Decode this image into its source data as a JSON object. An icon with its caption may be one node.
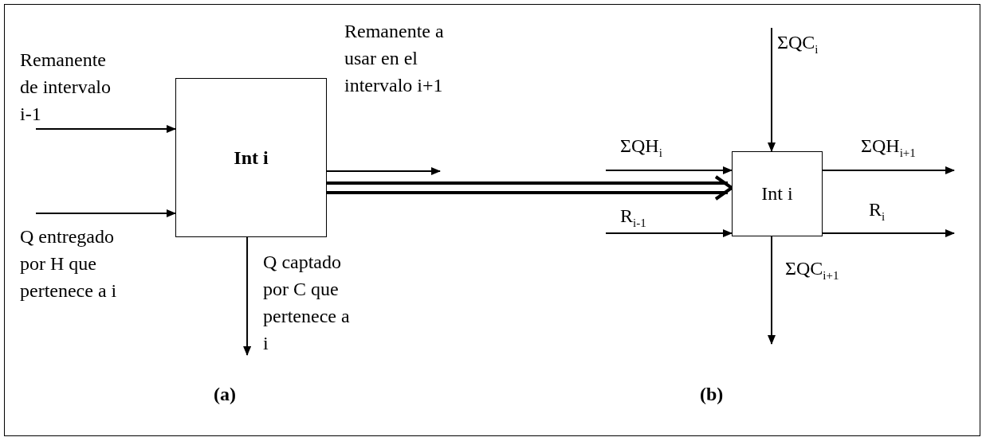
{
  "diagram": {
    "nodes": [
      {
        "text": [
          "Int i"
        ]
      },
      {
        "text": [
          "Int i"
        ]
      }
    ],
    "edges": [
      {
        "from": null,
        "to": 0,
        "arrow": "to",
        "label": "Remanente de intervalo i-1"
      },
      {
        "from": null,
        "to": 0,
        "arrow": "to",
        "label": "Q entregado por H que pertenece a i"
      },
      {
        "from": 0,
        "to": null,
        "arrow": "to",
        "label": "Remanente a usar en el intervalo i+1"
      },
      {
        "from": 0,
        "to": null,
        "arrow": "to",
        "label": "Q captado por C que pertenece a i"
      },
      {
        "from": 0,
        "to": 1,
        "arrow": "to",
        "style": "thick"
      },
      {
        "from": null,
        "to": 1,
        "arrow": "to",
        "label": "ΣQC$_{i}$"
      },
      {
        "from": null,
        "to": 1,
        "arrow": "to",
        "label": "ΣQH$_{i}$"
      },
      {
        "from": null,
        "to": 1,
        "arrow": "to",
        "label": "R$_{i-1}$"
      },
      {
        "from": 1,
        "to": null,
        "arrow": "to",
        "label": "ΣQH$_{i+1}$"
      },
      {
        "from": 1,
        "to": null,
        "arrow": "to",
        "label": "R$_{i}$"
      },
      {
        "from": 1,
        "to": null,
        "arrow": "to",
        "label": "ΣQC$_{i+1}$"
      }
    ],
    "labels": [
      "(a)",
      "(b)"
    ]
  }
}
